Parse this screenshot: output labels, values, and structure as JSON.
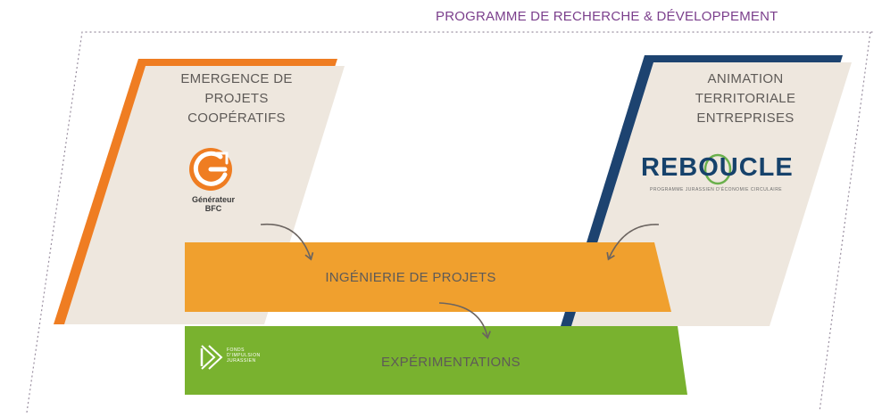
{
  "program_title": "PROGRAMME DE RECHERCHE & DÉVELOPPEMENT",
  "left_block": {
    "title_lines": [
      "EMERGENCE DE",
      "PROJETS",
      "COOPÉRATIFS"
    ],
    "logo_text_lines": [
      "Générateur",
      "BFC"
    ]
  },
  "right_block": {
    "title_lines": [
      "ANIMATION",
      "TERRITORIALE",
      "ENTREPRISES"
    ],
    "logo_word": "REBOUCLE",
    "logo_subtitle": "PROGRAMME JURASSIEN D'ÉCONOMIE CIRCULAIRE"
  },
  "bands": {
    "ingenierie": "INGÉNIERIE DE PROJETS",
    "experimentations": "EXPÉRIMENTATIONS"
  },
  "fonds_logo": {
    "text_lines": [
      "FONDS",
      "D'IMPULSION",
      "JURASSIEN"
    ]
  },
  "colors": {
    "orange_accent": "#ef7d22",
    "navy_accent": "#1d4370",
    "beige_panel": "#eee7de",
    "orange_band": "#f0a02e",
    "green_band": "#79b22f",
    "title_purple": "#7b3f8c",
    "dotted_border": "#9a8fa0",
    "arrow": "#6b6460"
  }
}
